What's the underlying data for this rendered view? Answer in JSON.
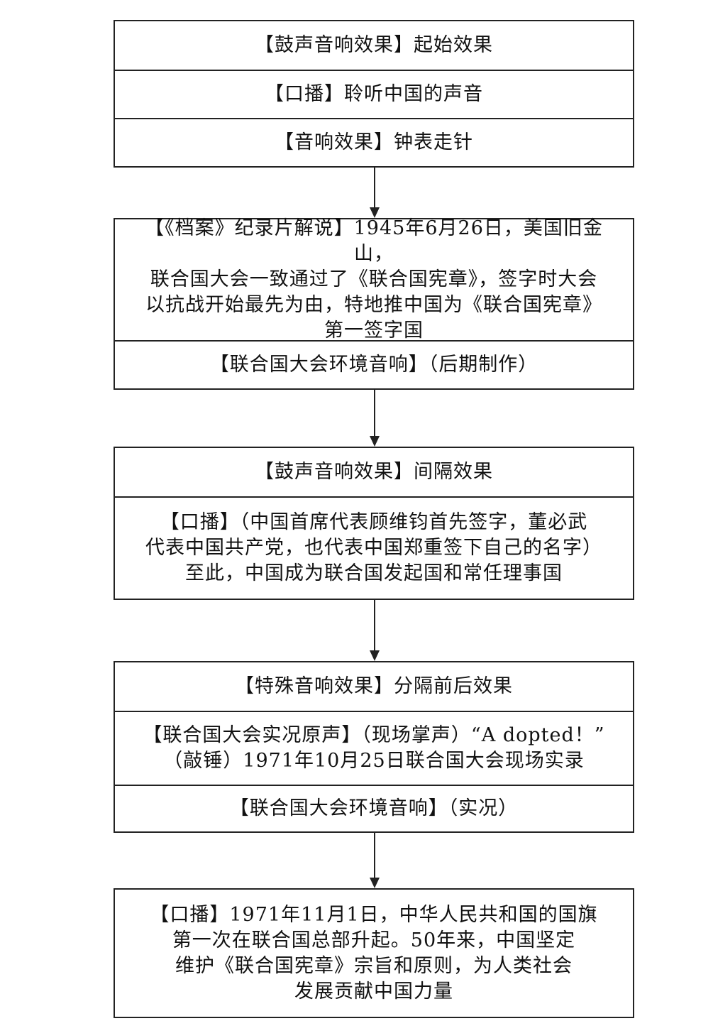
{
  "blocks": [
    {
      "rows": [
        "【鼓声音响效果】起始效果",
        "【口播】聆听中国的声音",
        "【音响效果】钟表走针"
      ]
    },
    {
      "rows": [
        "【《档案》纪录片解说】1945年6月26日，美国旧金山，\n联合国大会一致通过了《联合国宪章》，签字时大会\n以抗战开始最先为由，特地推中国为《联合国宪章》\n第一签字国",
        "【联合国大会环境音响】（后期制作）"
      ]
    },
    {
      "rows": [
        "【鼓声音响效果】间隔效果",
        "【口播】（中国首席代表顾维钧首先签字，董必武\n代表中国共产党，也代表中国郑重签下自己的名字）\n至此，中国成为联合国发起国和常任理事国"
      ]
    },
    {
      "rows": [
        "【特殊音响效果】分隔前后效果",
        "【联合国大会实况原声】（现场掌声）“A dopted！”\n（敲锤）1971年10月25日联合国大会现场实录",
        "【联合国大会环境音响】（实况）"
      ]
    },
    {
      "rows": [
        "【口播】1971年11月1日，中华人民共和国的国旗\n第一次在联合国总部升起。50年来，中国坚定\n维护《联合国宪章》宗旨和原则，为人类社会\n发展贡献中国力量"
      ]
    }
  ],
  "colors": {
    "border": "#222222",
    "text": "#111111",
    "background": "#ffffff"
  }
}
